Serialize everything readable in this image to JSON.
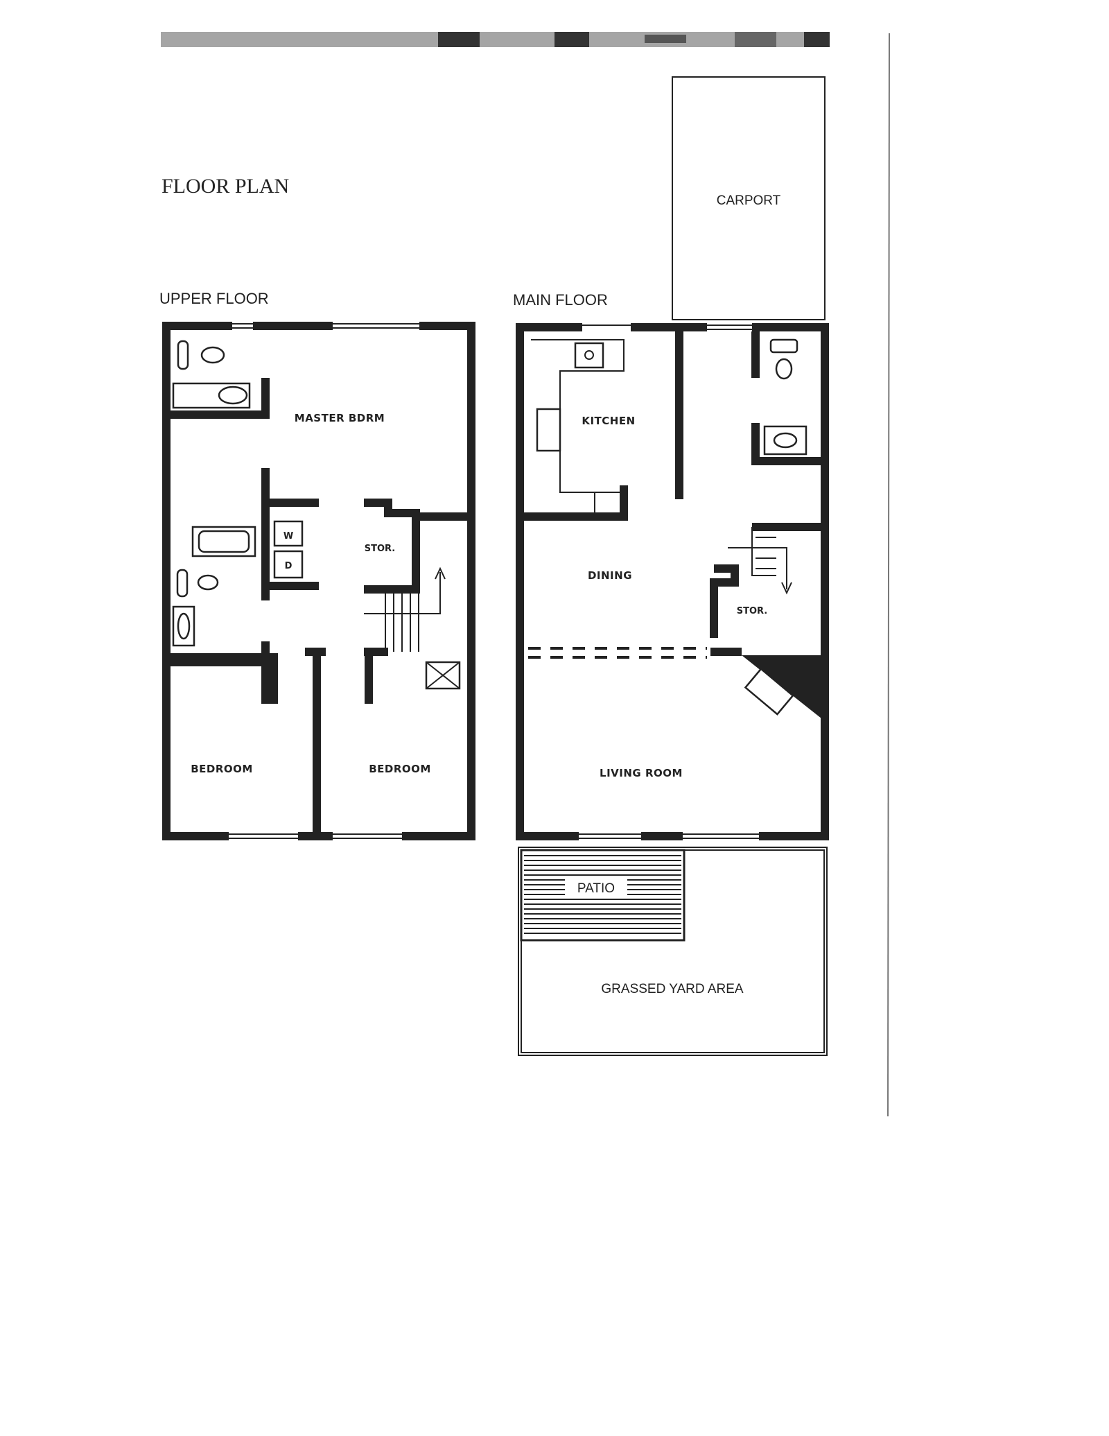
{
  "page": {
    "title": "FLOOR PLAN"
  },
  "upper_floor": {
    "label": "UPPER FLOOR",
    "rooms": {
      "master": "MASTER BDRM",
      "washer": "W",
      "dryer": "D",
      "storage": "STOR.",
      "bedroom_left": "BEDROOM",
      "bedroom_right": "BEDROOM"
    }
  },
  "main_floor": {
    "label": "MAIN FLOOR",
    "rooms": {
      "kitchen": "KITCHEN",
      "dining": "DINING",
      "storage": "STOR.",
      "living": "LIVING ROOM"
    }
  },
  "exterior": {
    "carport": "CARPORT",
    "patio": "PATIO",
    "yard": "GRASSED YARD AREA"
  },
  "colors": {
    "ink": "#222222",
    "paper": "#ffffff",
    "scan_bar": "#8a8a8a"
  }
}
